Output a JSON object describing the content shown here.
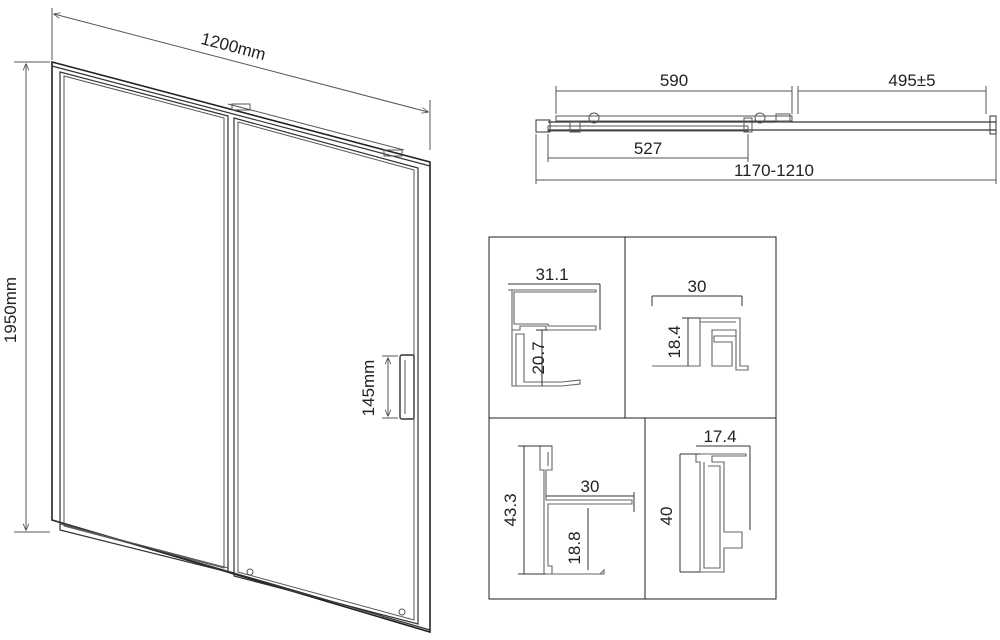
{
  "door": {
    "width_label": "1200mm",
    "height_label": "1950mm",
    "handle_label": "145mm"
  },
  "plan": {
    "upper_left": "590",
    "upper_right": "495±5",
    "lower_left": "527",
    "total": "1170-1210"
  },
  "profiles": [
    {
      "width_label": "31.1",
      "height_label": "20.7"
    },
    {
      "width_label": "30",
      "height_label": "18.4"
    },
    {
      "width_label": "30",
      "height_label": "43.3",
      "inner_label": "18.8"
    },
    {
      "width_label": "17.4",
      "height_label": "40"
    }
  ],
  "colors": {
    "line": "#333333",
    "text": "#222222",
    "profile": "#666666"
  }
}
